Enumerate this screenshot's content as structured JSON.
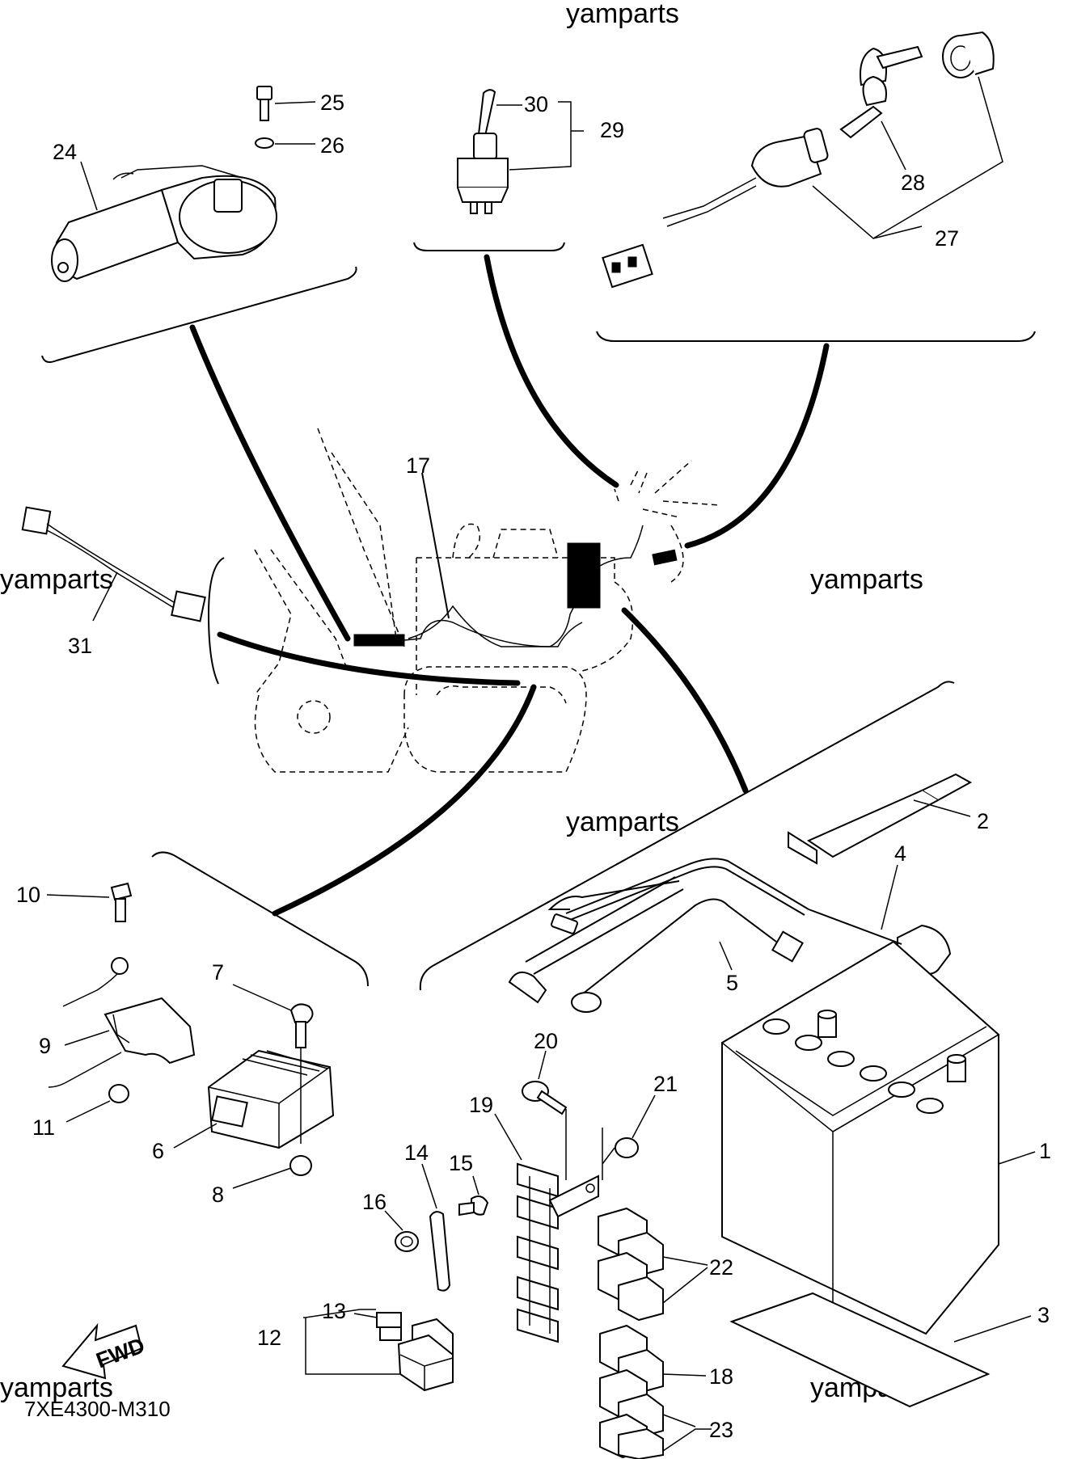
{
  "watermarks": [
    "yamparts",
    "yamparts",
    "yamparts",
    "yamparts",
    "yamparts",
    "yamparts"
  ],
  "diagram_code": "7XE4300-M310",
  "fwd_label": "FWD",
  "callouts": {
    "c1": "1",
    "c2": "2",
    "c3": "3",
    "c4": "4",
    "c5": "5",
    "c6": "6",
    "c7": "7",
    "c8": "8",
    "c9": "9",
    "c10": "10",
    "c11": "11",
    "c12": "12",
    "c13": "13",
    "c14": "14",
    "c15": "15",
    "c16": "16",
    "c17": "17",
    "c18": "18",
    "c19": "19",
    "c20": "20",
    "c21": "21",
    "c22": "22",
    "c23": "23",
    "c24": "24",
    "c25": "25",
    "c26": "26",
    "c27": "27",
    "c28": "28",
    "c29": "29",
    "c30": "30",
    "c31": "31"
  }
}
